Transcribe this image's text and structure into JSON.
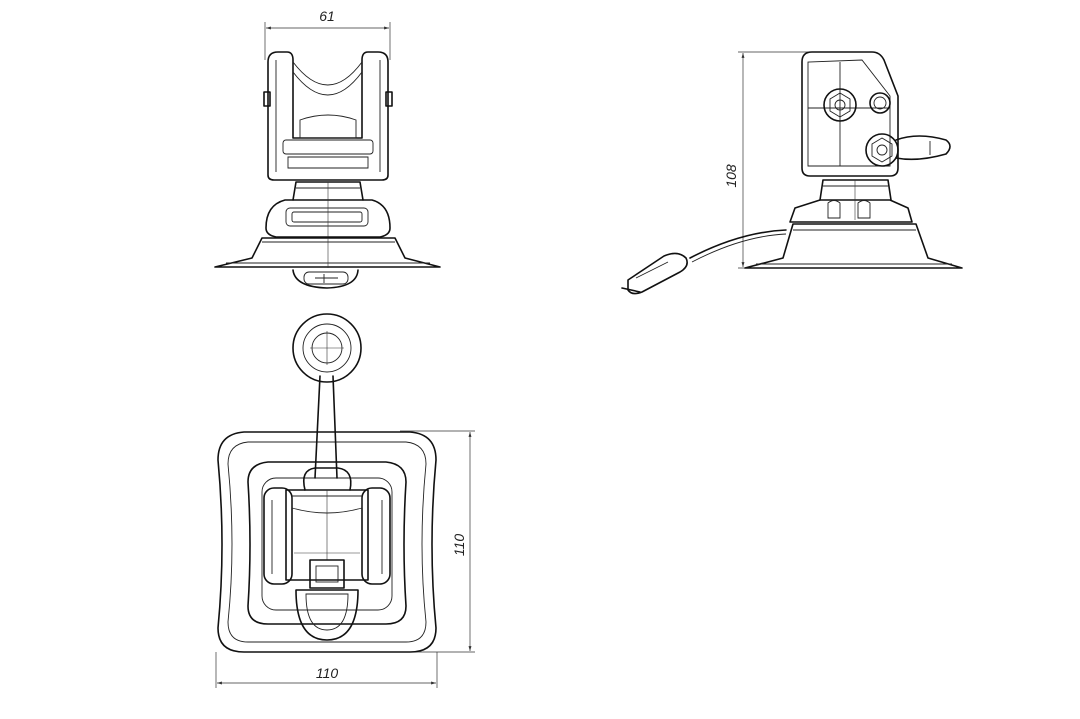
{
  "dimensions": {
    "front_width": "61",
    "side_height": "108",
    "top_width": "110",
    "top_height": "110"
  },
  "colors": {
    "line": "#111111",
    "background": "#ffffff"
  }
}
